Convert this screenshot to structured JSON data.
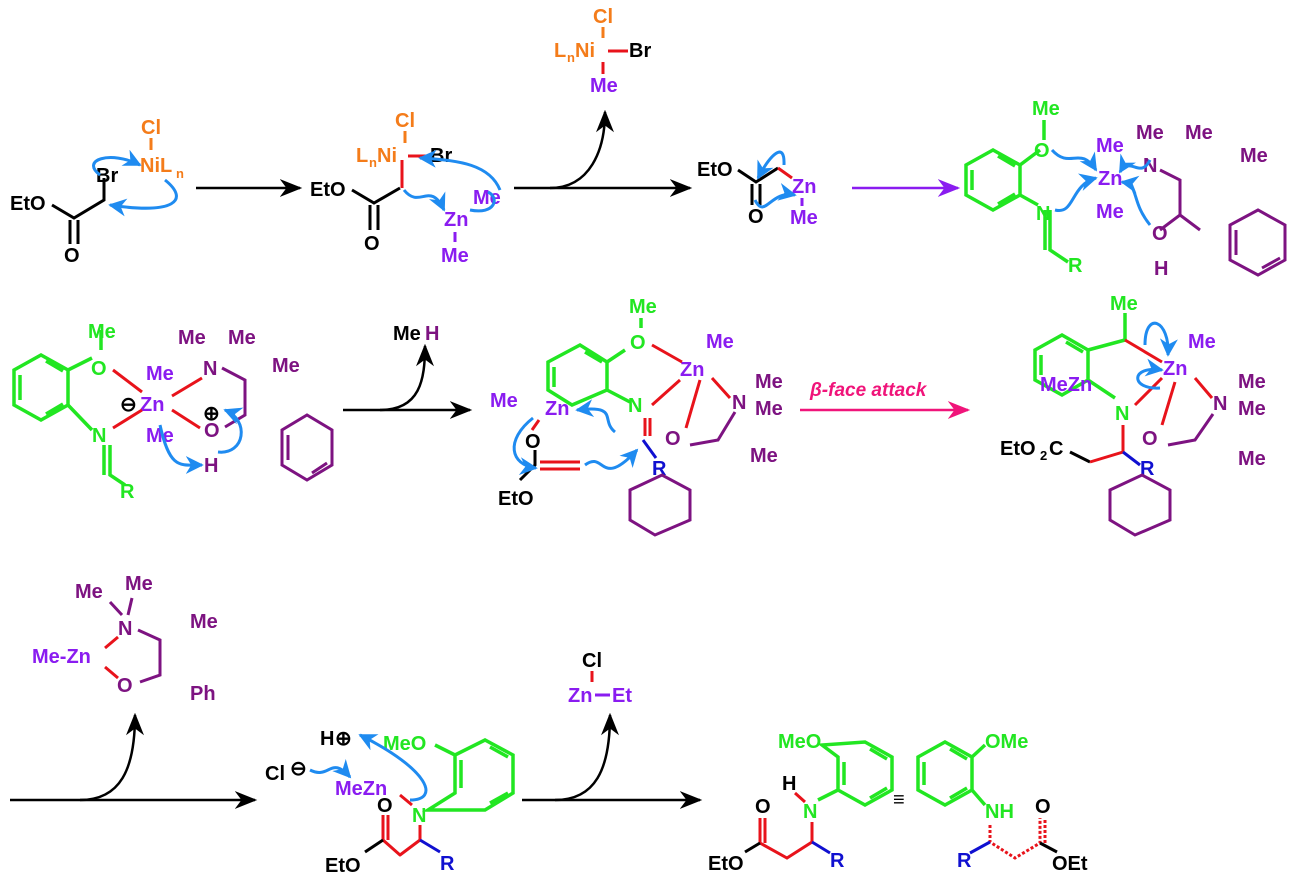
{
  "title": "Proposed mechanism: Ni-catalyzed Reformatsky-type aza-addition with chiral amino-alcohol zinc complex",
  "colors": {
    "nickel": "#f47c1a",
    "zinc_methyl": "#8a1cf0",
    "aryl_imine": "#22e622",
    "amino_alcohol": "#7d1381",
    "R_group": "#1010d0",
    "new_bonds": "#e8131b",
    "electron_arrows": "#1f8bf0",
    "step_label": "#f0147a"
  },
  "labels": {
    "Cl": "Cl",
    "Br": "Br",
    "NiLn": "NiL",
    "n": "n",
    "LnNi_L": "L",
    "LnNi_Ni": "Ni",
    "EtO": "EtO",
    "O": "O",
    "Me": "Me",
    "Zn": "Zn",
    "N": "N",
    "H": "H",
    "R": "R",
    "OEt": "OEt",
    "MeO": "MeO",
    "OMe": "OMe",
    "NH": "NH",
    "MeZn": "MeZn",
    "Ph": "Ph",
    "Et": "Et",
    "MeZn_dash": "Me-Zn",
    "EtO2C": "EtO",
    "sub2": "2",
    "C": "C",
    "minus": "⊖",
    "plus": "⊕",
    "equiv": "≡",
    "Cl_minus": "Cl",
    "MeH_Me": "Me",
    "MeH_H": "H"
  },
  "byproducts": {
    "step2": "LnNi(Cl)(Br)Me",
    "step4": "MeH",
    "step6": "Me-Zn amino-alkoxide (N,N-dimethyl, Ph)",
    "step7": "Cl-Zn-Et"
  },
  "step_label": "β-face attack"
}
